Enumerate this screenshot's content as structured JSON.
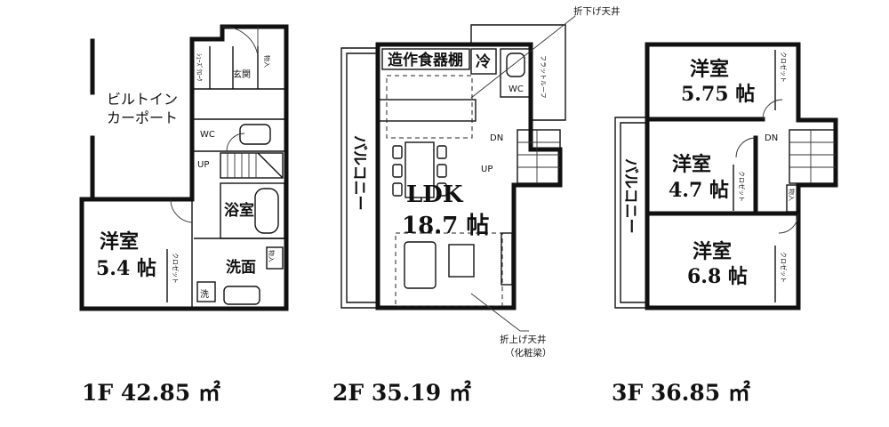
{
  "floors": [
    {
      "id": "1f",
      "area_label": "1F 42.85 ㎡",
      "rooms": {
        "carport_line1": "ビルトイン",
        "carport_line2": "カーポート",
        "entrance": "玄関",
        "shoe_closet": "ｼｭｰｽﾞｸﾛｰｸ",
        "storage_in": "物入",
        "wc": "WC",
        "up": "UP",
        "bath": "浴室",
        "washroom": "洗面",
        "washer": "洗",
        "storage_small": "物入",
        "western_room": "洋室",
        "western_size": "5.4 帖",
        "closet": "クロゼット"
      }
    },
    {
      "id": "2f",
      "area_label": "2F 35.19 ㎡",
      "rooms": {
        "dish_cabinet": "造作食器棚",
        "fridge": "冷",
        "wc": "WC",
        "flat_roof": "フラットルーフ",
        "balcony": "バルコニー",
        "dn": "DN",
        "up": "UP",
        "ldk": "LDK",
        "ldk_size": "18.7 帖"
      },
      "notes": {
        "lowered_ceiling": "折下げ天井",
        "raised_ceiling_line1": "折上げ天井",
        "raised_ceiling_line2": "（化粧梁）"
      }
    },
    {
      "id": "3f",
      "area_label": "3F 36.85 ㎡",
      "rooms": {
        "western_a": "洋室",
        "western_a_size": "5.75 帖",
        "closet_a": "クロゼット",
        "dn": "DN",
        "western_b": "洋室",
        "western_b_size": "4.7 帖",
        "closet_b": "クロゼット",
        "storage": "物入",
        "balcony": "バルコニー",
        "western_c": "洋室",
        "western_c_size": "6.8 帖",
        "closet_c": "クロゼット"
      }
    }
  ]
}
